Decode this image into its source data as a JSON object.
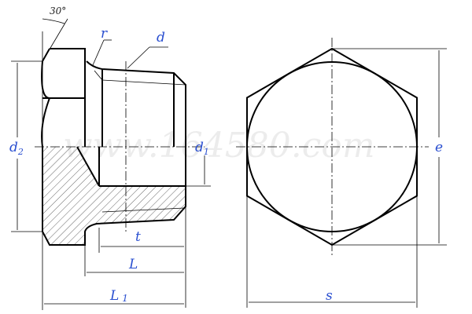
{
  "labels": {
    "angle": "30°",
    "r": "r",
    "d": "d",
    "d1": "d",
    "d1_sub": "1",
    "d2": "d",
    "d2_sub": "2",
    "t": "t",
    "L": "L",
    "L1": "L",
    "L1_sub": "1",
    "e": "e",
    "s": "s"
  },
  "watermark": "www.164580.com",
  "colors": {
    "label": "#2a4fd0",
    "line": "#000000"
  }
}
